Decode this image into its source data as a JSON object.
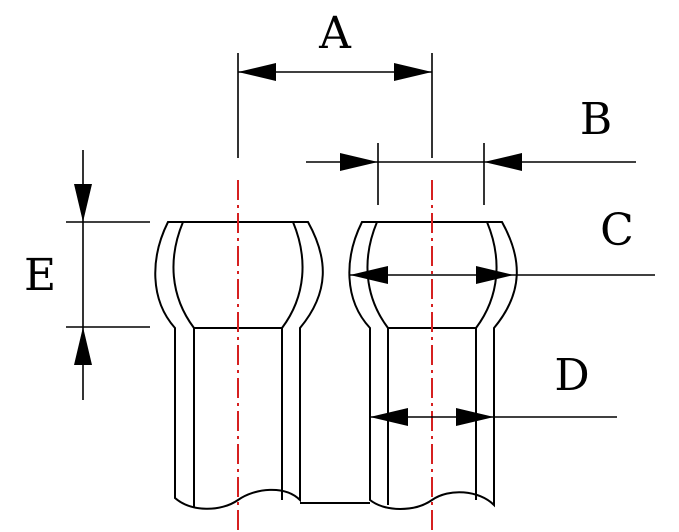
{
  "labels": {
    "a": "A",
    "b": "B",
    "c": "C",
    "d": "D",
    "e": "E"
  },
  "colors": {
    "outline": "#000000",
    "centerline": "#d62020",
    "background": "#ffffff"
  }
}
